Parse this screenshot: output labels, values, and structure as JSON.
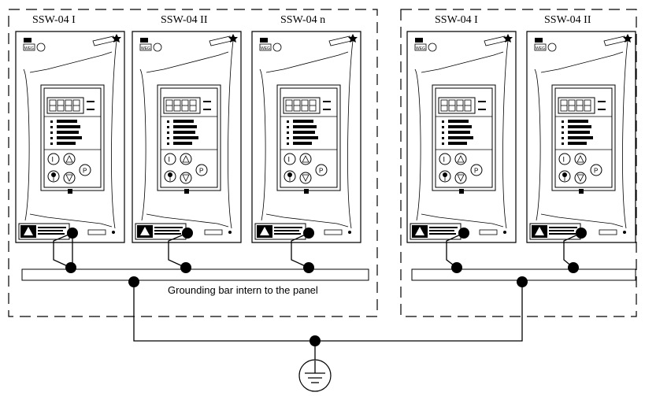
{
  "devices": [
    {
      "label": "SSW-04 I"
    },
    {
      "label": "SSW-04 II"
    },
    {
      "label": "SSW-04 n"
    },
    {
      "label": "SSW-04 I"
    },
    {
      "label": "SSW-04 II"
    }
  ],
  "grounding_bar_label": "Grounding bar intern to the panel",
  "icons": {
    "ground": "ground-symbol-icon",
    "warning": "warning-triangle-icon",
    "node": "junction-dot"
  }
}
